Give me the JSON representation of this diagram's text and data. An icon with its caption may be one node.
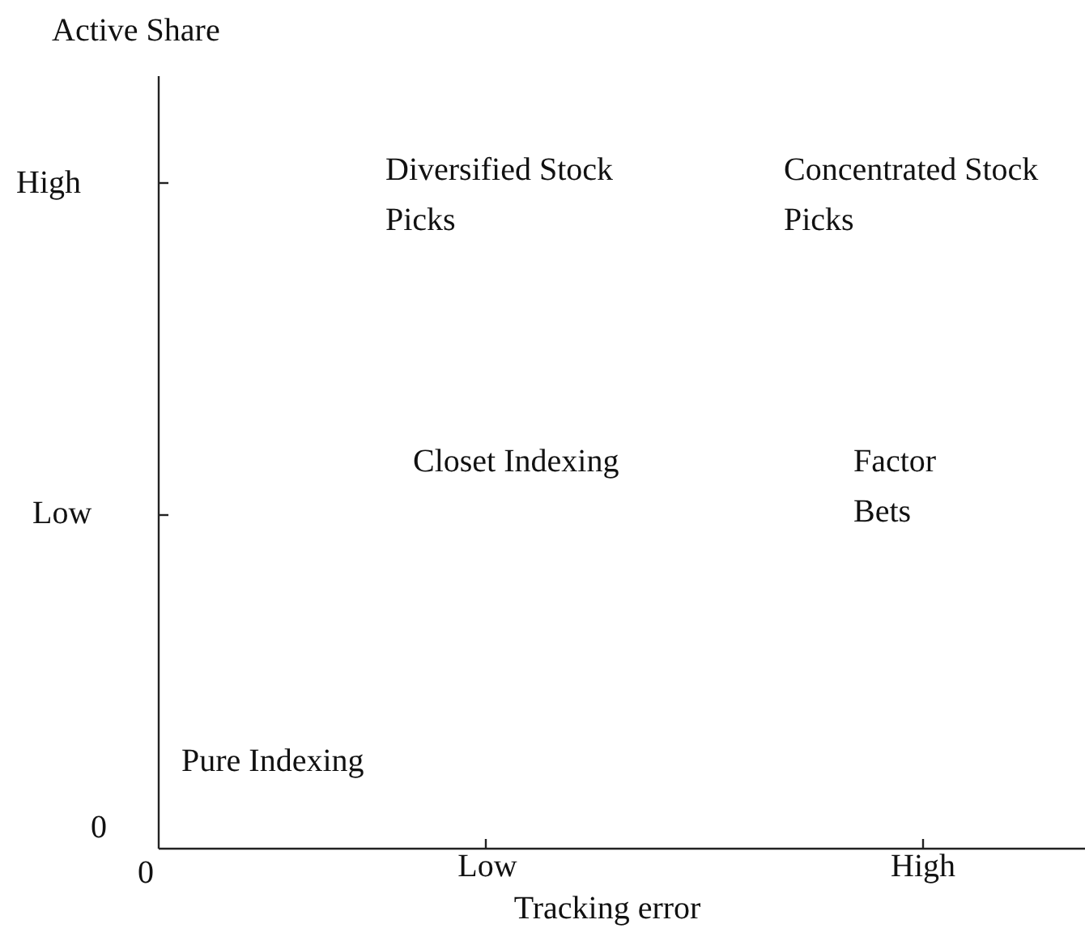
{
  "diagram": {
    "labels": [
      "Active Share",
      "High",
      "Diversified Stock Picks",
      "Concentrated Stock Picks",
      "Low",
      "Closet Indexing",
      "Factor Bets",
      "Pure Indexing",
      "0",
      "0",
      "Low",
      "High",
      "Tracking error"
    ]
  }
}
